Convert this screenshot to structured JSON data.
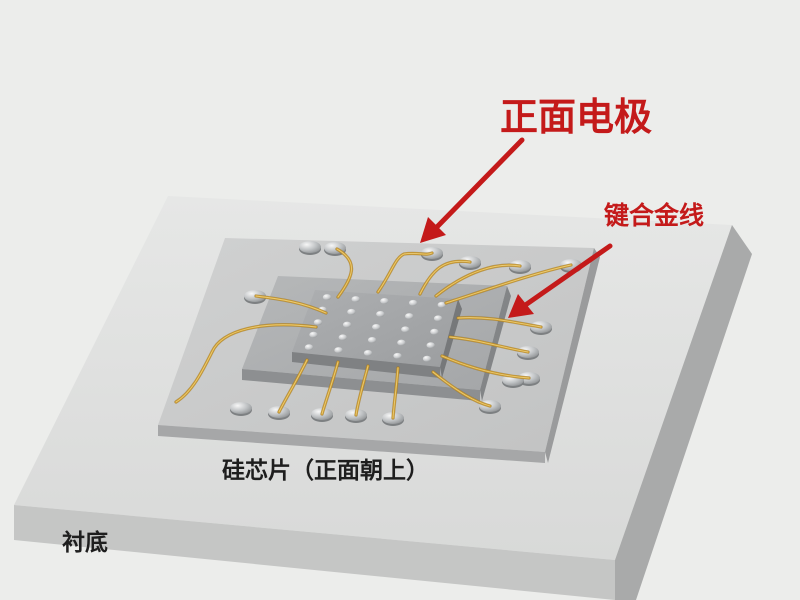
{
  "labels": {
    "front_electrode": "正面电极",
    "bond_wire": "键合金线",
    "chip": "硅芯片（正面朝上）",
    "substrate": "衬底"
  },
  "colors": {
    "background": "#ecedeb",
    "annotation_red": "#c41a1a",
    "label_dark": "#1e1e1e",
    "gold_wire": "#c8972e",
    "pad_silver": "#b9bcbe"
  }
}
